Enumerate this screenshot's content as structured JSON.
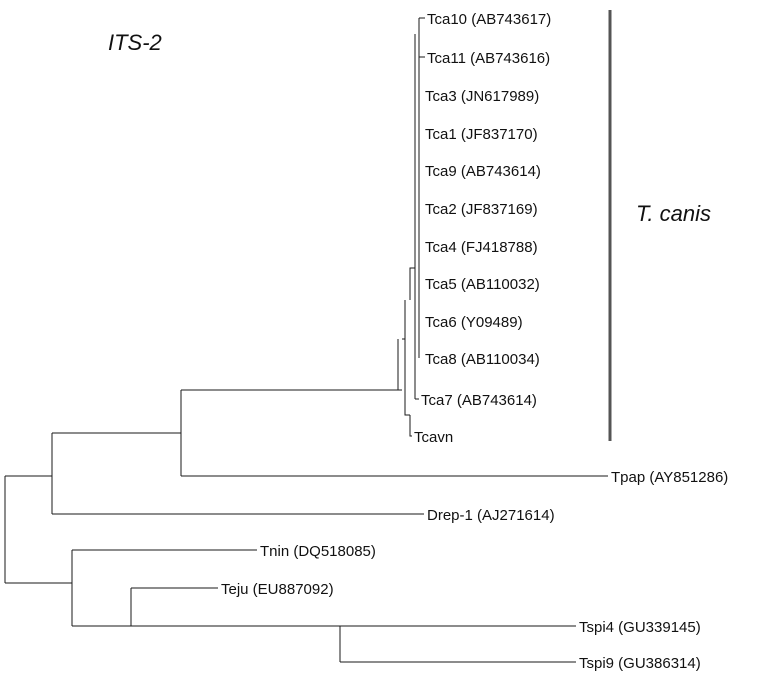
{
  "diagram": {
    "title": "ITS-2",
    "clade": {
      "label": "T. canis"
    },
    "leaves": [
      {
        "label": "Tca10 (AB743617)"
      },
      {
        "label": "Tca11 (AB743616)"
      },
      {
        "label": "Tca3 (JN617989)"
      },
      {
        "label": "Tca1 (JF837170)"
      },
      {
        "label": "Tca9 (AB743614)"
      },
      {
        "label": "Tca2 (JF837169)"
      },
      {
        "label": "Tca4 (FJ418788)"
      },
      {
        "label": "Tca5 (AB110032)"
      },
      {
        "label": "Tca6 (Y09489)"
      },
      {
        "label": "Tca8 (AB110034)"
      },
      {
        "label": "Tca7 (AB743614)"
      },
      {
        "label": "Tcavn"
      },
      {
        "label": "Tpap (AY851286)"
      },
      {
        "label": "Drep-1 (AJ271614)"
      },
      {
        "label": "Tnin (DQ518085)"
      },
      {
        "label": "Teju (EU887092)"
      },
      {
        "label": "Tspi4 (GU339145)"
      },
      {
        "label": "Tspi9 (GU386314)"
      }
    ]
  }
}
